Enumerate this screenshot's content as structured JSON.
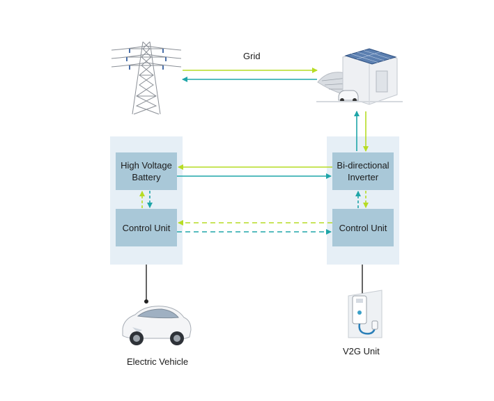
{
  "colors": {
    "lime": "#b6dc24",
    "teal": "#1ea5a8",
    "panel": "#e6eff6",
    "box": "#a9c8d8",
    "connector": "#222222"
  },
  "grid_label": "Grid",
  "ev_side": {
    "battery_label": "High Voltage Battery",
    "control_label": "Control Unit",
    "device_label": "Electric Vehicle",
    "device_icon": "car-icon"
  },
  "v2g_side": {
    "inverter_label": "Bi-directional Inverter",
    "control_label": "Control Unit",
    "device_label": "V2G Unit",
    "device_icon": "wall-charger-icon"
  },
  "grid_icons": {
    "left": "power-tower-icon",
    "right": "home-with-solar-icon"
  }
}
